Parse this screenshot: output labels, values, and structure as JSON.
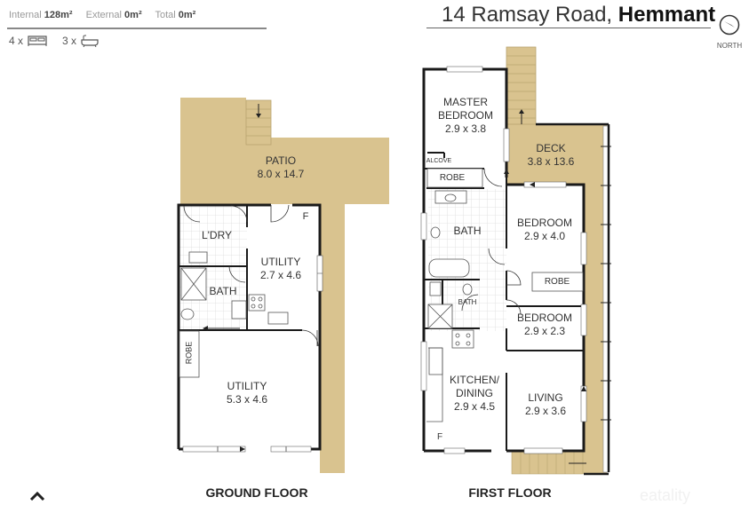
{
  "header": {
    "internal_label": "Internal",
    "internal_value": "128m²",
    "external_label": "External",
    "external_value": "0m²",
    "total_label": "Total",
    "total_value": "0m²",
    "bedrooms_count": "4 x",
    "bathrooms_count": "3 x",
    "bed_icon": "bed-icon",
    "bath_icon": "bathtub-icon"
  },
  "title": {
    "street": "14 Ramsay Road,",
    "suburb": "Hemmant"
  },
  "compass": {
    "icon": "compass-icon",
    "label": "NORTH"
  },
  "colors": {
    "outdoor": "#d9c38f",
    "wall": "#1a1a1a",
    "tile": "#d8d8d8"
  },
  "ground_floor": {
    "label": "GROUND FLOOR",
    "rooms": [
      {
        "name": "PATIO",
        "size": "8.0 x 14.7"
      },
      {
        "name": "L'DRY",
        "size": ""
      },
      {
        "name": "BATH",
        "size": ""
      },
      {
        "name": "UTILITY",
        "size": "2.7 x 4.6"
      },
      {
        "name": "ROBE",
        "size": ""
      },
      {
        "name": "UTILITY",
        "size": "5.3 x 4.6"
      }
    ],
    "fridge_mark": "F"
  },
  "first_floor": {
    "label": "FIRST FLOOR",
    "rooms": [
      {
        "name": "MASTER BEDROOM",
        "line1": "MASTER",
        "line2": "BEDROOM",
        "size": "2.9 x 3.8"
      },
      {
        "name": "ALCOVE",
        "size": ""
      },
      {
        "name": "ROBE",
        "size": ""
      },
      {
        "name": "DECK",
        "size": "3.8 x 13.6"
      },
      {
        "name": "BATH",
        "size": ""
      },
      {
        "name": "BEDROOM",
        "size": "2.9 x 4.0"
      },
      {
        "name": "ROBE",
        "size": ""
      },
      {
        "name": "BATH",
        "size": ""
      },
      {
        "name": "BEDROOM",
        "size": "2.9 x 2.3"
      },
      {
        "name": "KITCHEN/ DINING",
        "line1": "KITCHEN/",
        "line2": "DINING",
        "size": "2.9 x 4.5"
      },
      {
        "name": "LIVING",
        "size": "2.9 x 3.6"
      }
    ],
    "fridge_mark": "F"
  },
  "footer": {
    "scroll_up_icon": "chevron-up-icon",
    "watermark": "eatality"
  }
}
